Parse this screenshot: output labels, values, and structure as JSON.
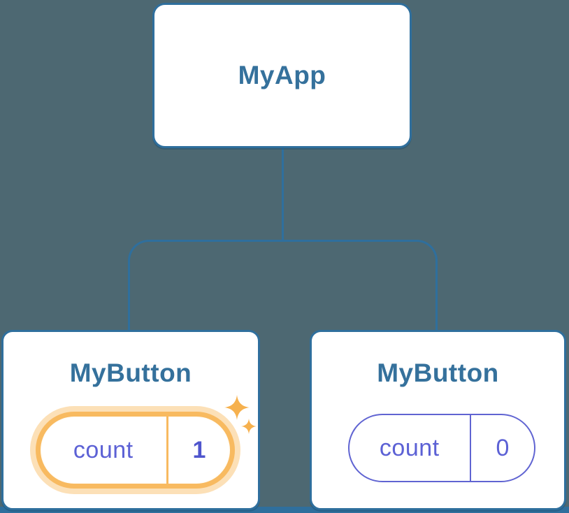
{
  "diagram": {
    "description": "React component tree with state pills",
    "background_color": "#4d6872",
    "stroke_color": "#2f6f9d",
    "title_color": "#35719c",
    "state_purple": "#5c61d5",
    "highlight_orange": "#f8ba60",
    "sparkle_color": "#f6b14e",
    "root": {
      "label": "MyApp"
    },
    "children": [
      {
        "label": "MyButton",
        "state": {
          "name": "count",
          "value": "1",
          "highlighted": true
        }
      },
      {
        "label": "MyButton",
        "state": {
          "name": "count",
          "value": "0",
          "highlighted": false
        }
      }
    ]
  }
}
